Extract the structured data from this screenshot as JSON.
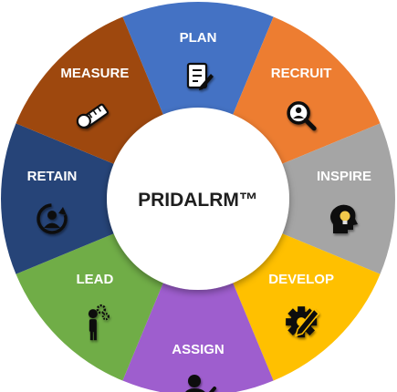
{
  "center": {
    "title": "PRIDALRM™"
  },
  "segments": [
    {
      "key": "plan",
      "label": "PLAN",
      "color": "#4472C4",
      "icon": "document-edit-icon"
    },
    {
      "key": "recruit",
      "label": "RECRUIT",
      "color": "#ED7D31",
      "icon": "magnifier-person-icon"
    },
    {
      "key": "inspire",
      "label": "INSPIRE",
      "color": "#A5A5A5",
      "icon": "head-lightbulb-icon"
    },
    {
      "key": "develop",
      "label": "DEVELOP",
      "color": "#FFC000",
      "icon": "gear-pencil-icon"
    },
    {
      "key": "assign",
      "label": "ASSIGN",
      "color": "#9E5ECE",
      "icon": "user-check-icon"
    },
    {
      "key": "lead",
      "label": "LEAD",
      "color": "#70AD47",
      "icon": "person-gears-icon"
    },
    {
      "key": "retain",
      "label": "RETAIN",
      "color": "#264478",
      "icon": "user-refresh-icon"
    },
    {
      "key": "measure",
      "label": "MEASURE",
      "color": "#9E480E",
      "icon": "ruler-tape-icon"
    }
  ]
}
